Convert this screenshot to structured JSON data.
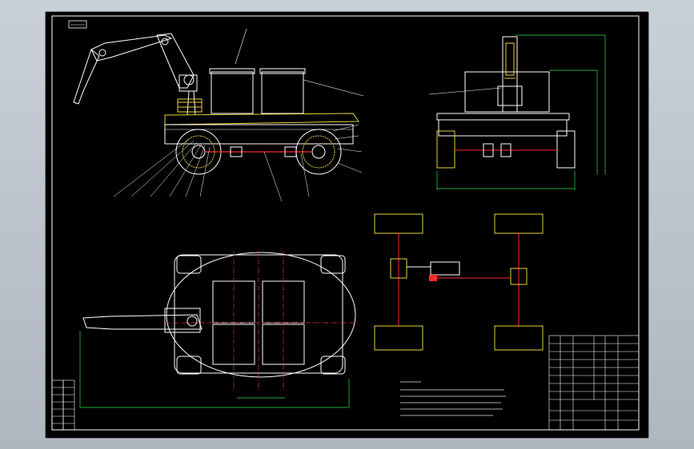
{
  "app": {
    "title": ""
  },
  "colors": {
    "background": "#b9c1ca",
    "sheet": "#000000",
    "lines": "#ffffff",
    "hatch": "#e8d23a",
    "dimension": "#35e04a",
    "centerline": "#e03a3a",
    "accent_red": "#ff2b2b"
  },
  "drawing": {
    "views": [
      "front-view",
      "side-view",
      "top-view",
      "drive-schematic"
    ],
    "tag": "",
    "tech_notes": [],
    "title_block": {
      "rows": 12,
      "cols": 8
    },
    "revision_table": {
      "rows": 7
    }
  },
  "icons": [
    "robot-arm-icon",
    "wheel-icon",
    "motor-icon",
    "shaft-icon"
  ]
}
